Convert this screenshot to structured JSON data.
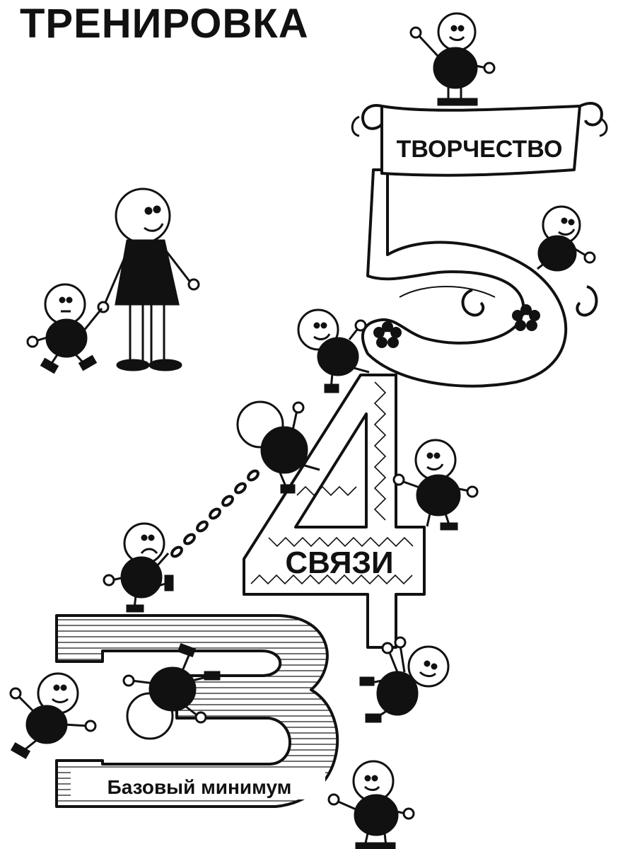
{
  "title": "ТРЕНИРОВКА",
  "levels": [
    {
      "number": "5",
      "label": "ТВОРЧЕСТВО"
    },
    {
      "number": "4",
      "label": "СВЯЗИ"
    },
    {
      "number": "3",
      "label": "Базовый минимум"
    }
  ]
}
